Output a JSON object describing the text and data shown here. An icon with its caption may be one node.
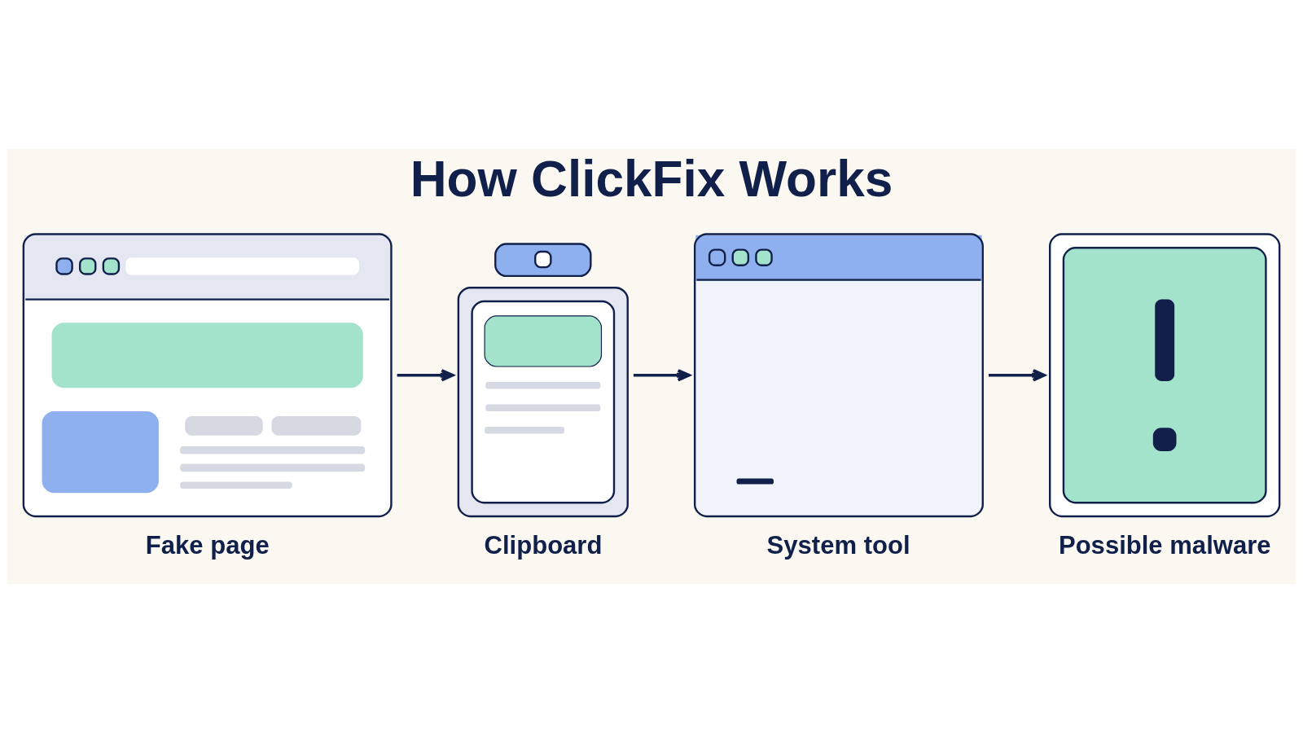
{
  "diagram": {
    "title": "How ClickFix Works",
    "nodes": [
      {
        "text": [
          "Fake page"
        ]
      },
      {
        "text": [
          "Clipboard"
        ]
      },
      {
        "text": [
          "System tool"
        ]
      },
      {
        "text": [
          "Possible malware"
        ]
      }
    ],
    "edges": [
      {
        "from": 0,
        "to": 1,
        "arrow": "to"
      },
      {
        "from": 1,
        "to": 2,
        "arrow": "to"
      },
      {
        "from": 2,
        "to": 3,
        "arrow": "to"
      }
    ]
  }
}
